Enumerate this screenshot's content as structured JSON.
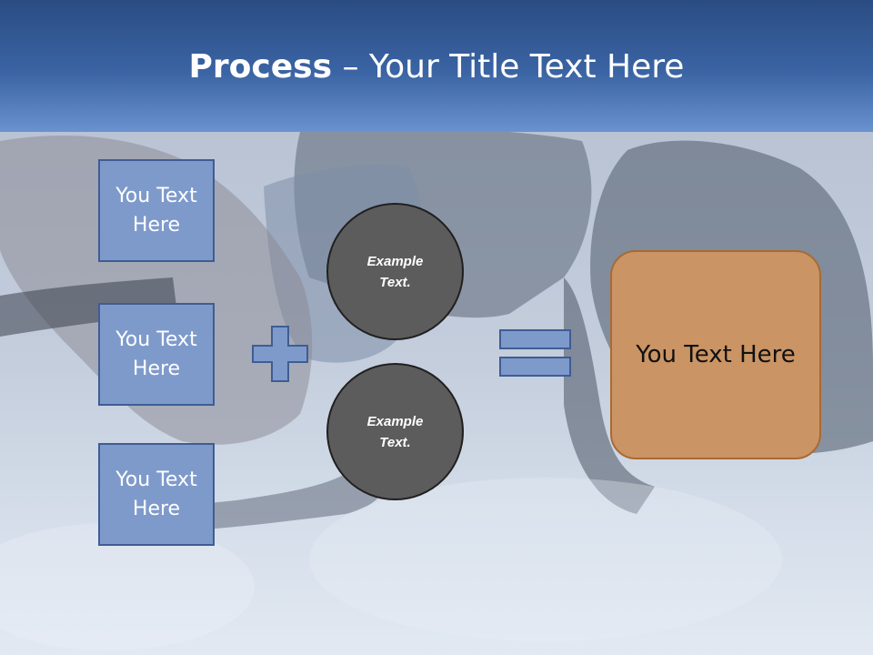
{
  "title": {
    "bold": "Process",
    "rest": " – Your Title Text Here"
  },
  "left_boxes": [
    {
      "label": "You Text Here"
    },
    {
      "label": "You Text Here"
    },
    {
      "label": "You Text Here"
    }
  ],
  "circles": [
    {
      "label": "Example Text."
    },
    {
      "label": "Example Text."
    }
  ],
  "result": {
    "label": "You Text Here"
  },
  "colors": {
    "header": "#3b64a4",
    "box_fill": "#7e9acb",
    "box_border": "#3f5d93",
    "circle_fill": "#5c5c5c",
    "result_fill": "#cb9464",
    "result_border": "#a96a33"
  }
}
